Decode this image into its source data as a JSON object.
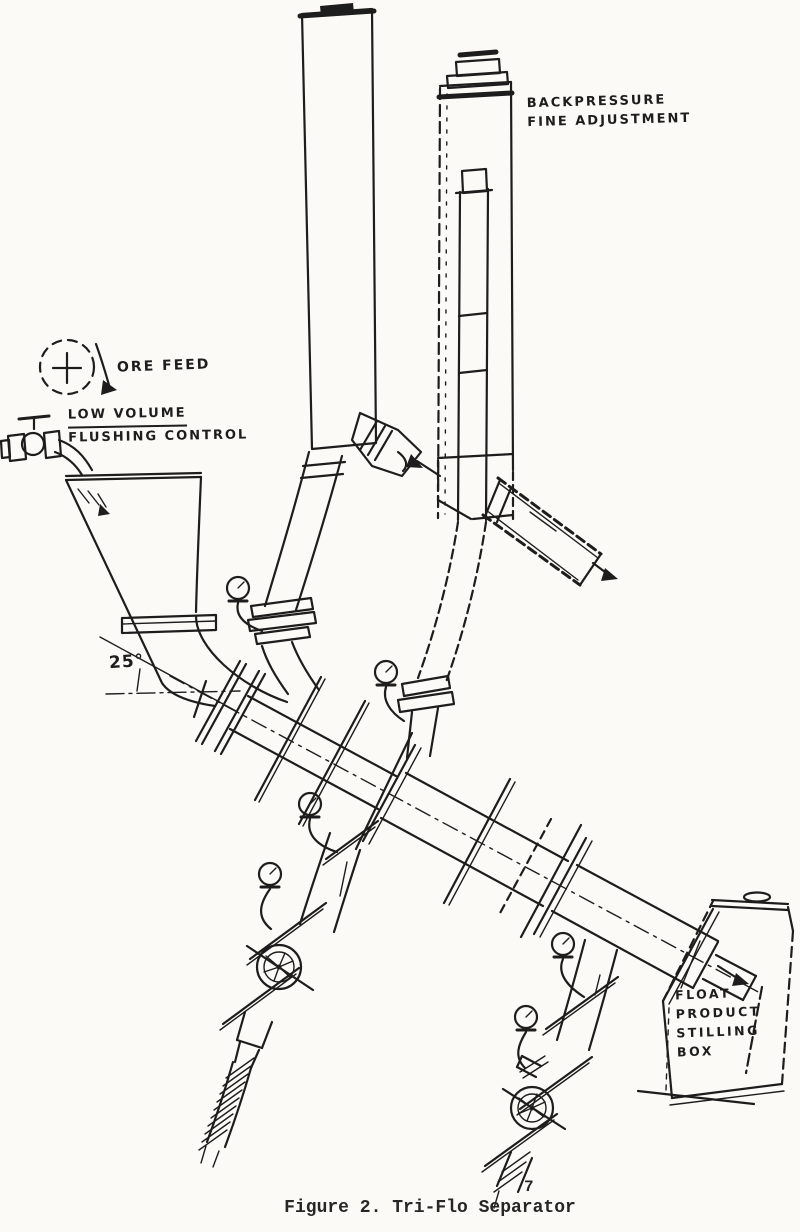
{
  "page": {
    "paper_color": "#fbfaf6",
    "ink_color": "#1d1d1d",
    "page_number": "7",
    "caption": "Figure 2. Tri-Flo Separator"
  },
  "labels": {
    "backpressure": {
      "line1": "BACKPRESSURE",
      "line2": "FINE ADJUSTMENT"
    },
    "ore_feed": "ORE FEED",
    "flushing": {
      "line1": "LOW VOLUME",
      "line2": "FLUSHING CONTROL"
    },
    "incline_angle": "25°",
    "float_box": {
      "line1": "FLOAT",
      "line2": "PRODUCT",
      "line3": "STILLING",
      "line4": "BOX"
    }
  }
}
